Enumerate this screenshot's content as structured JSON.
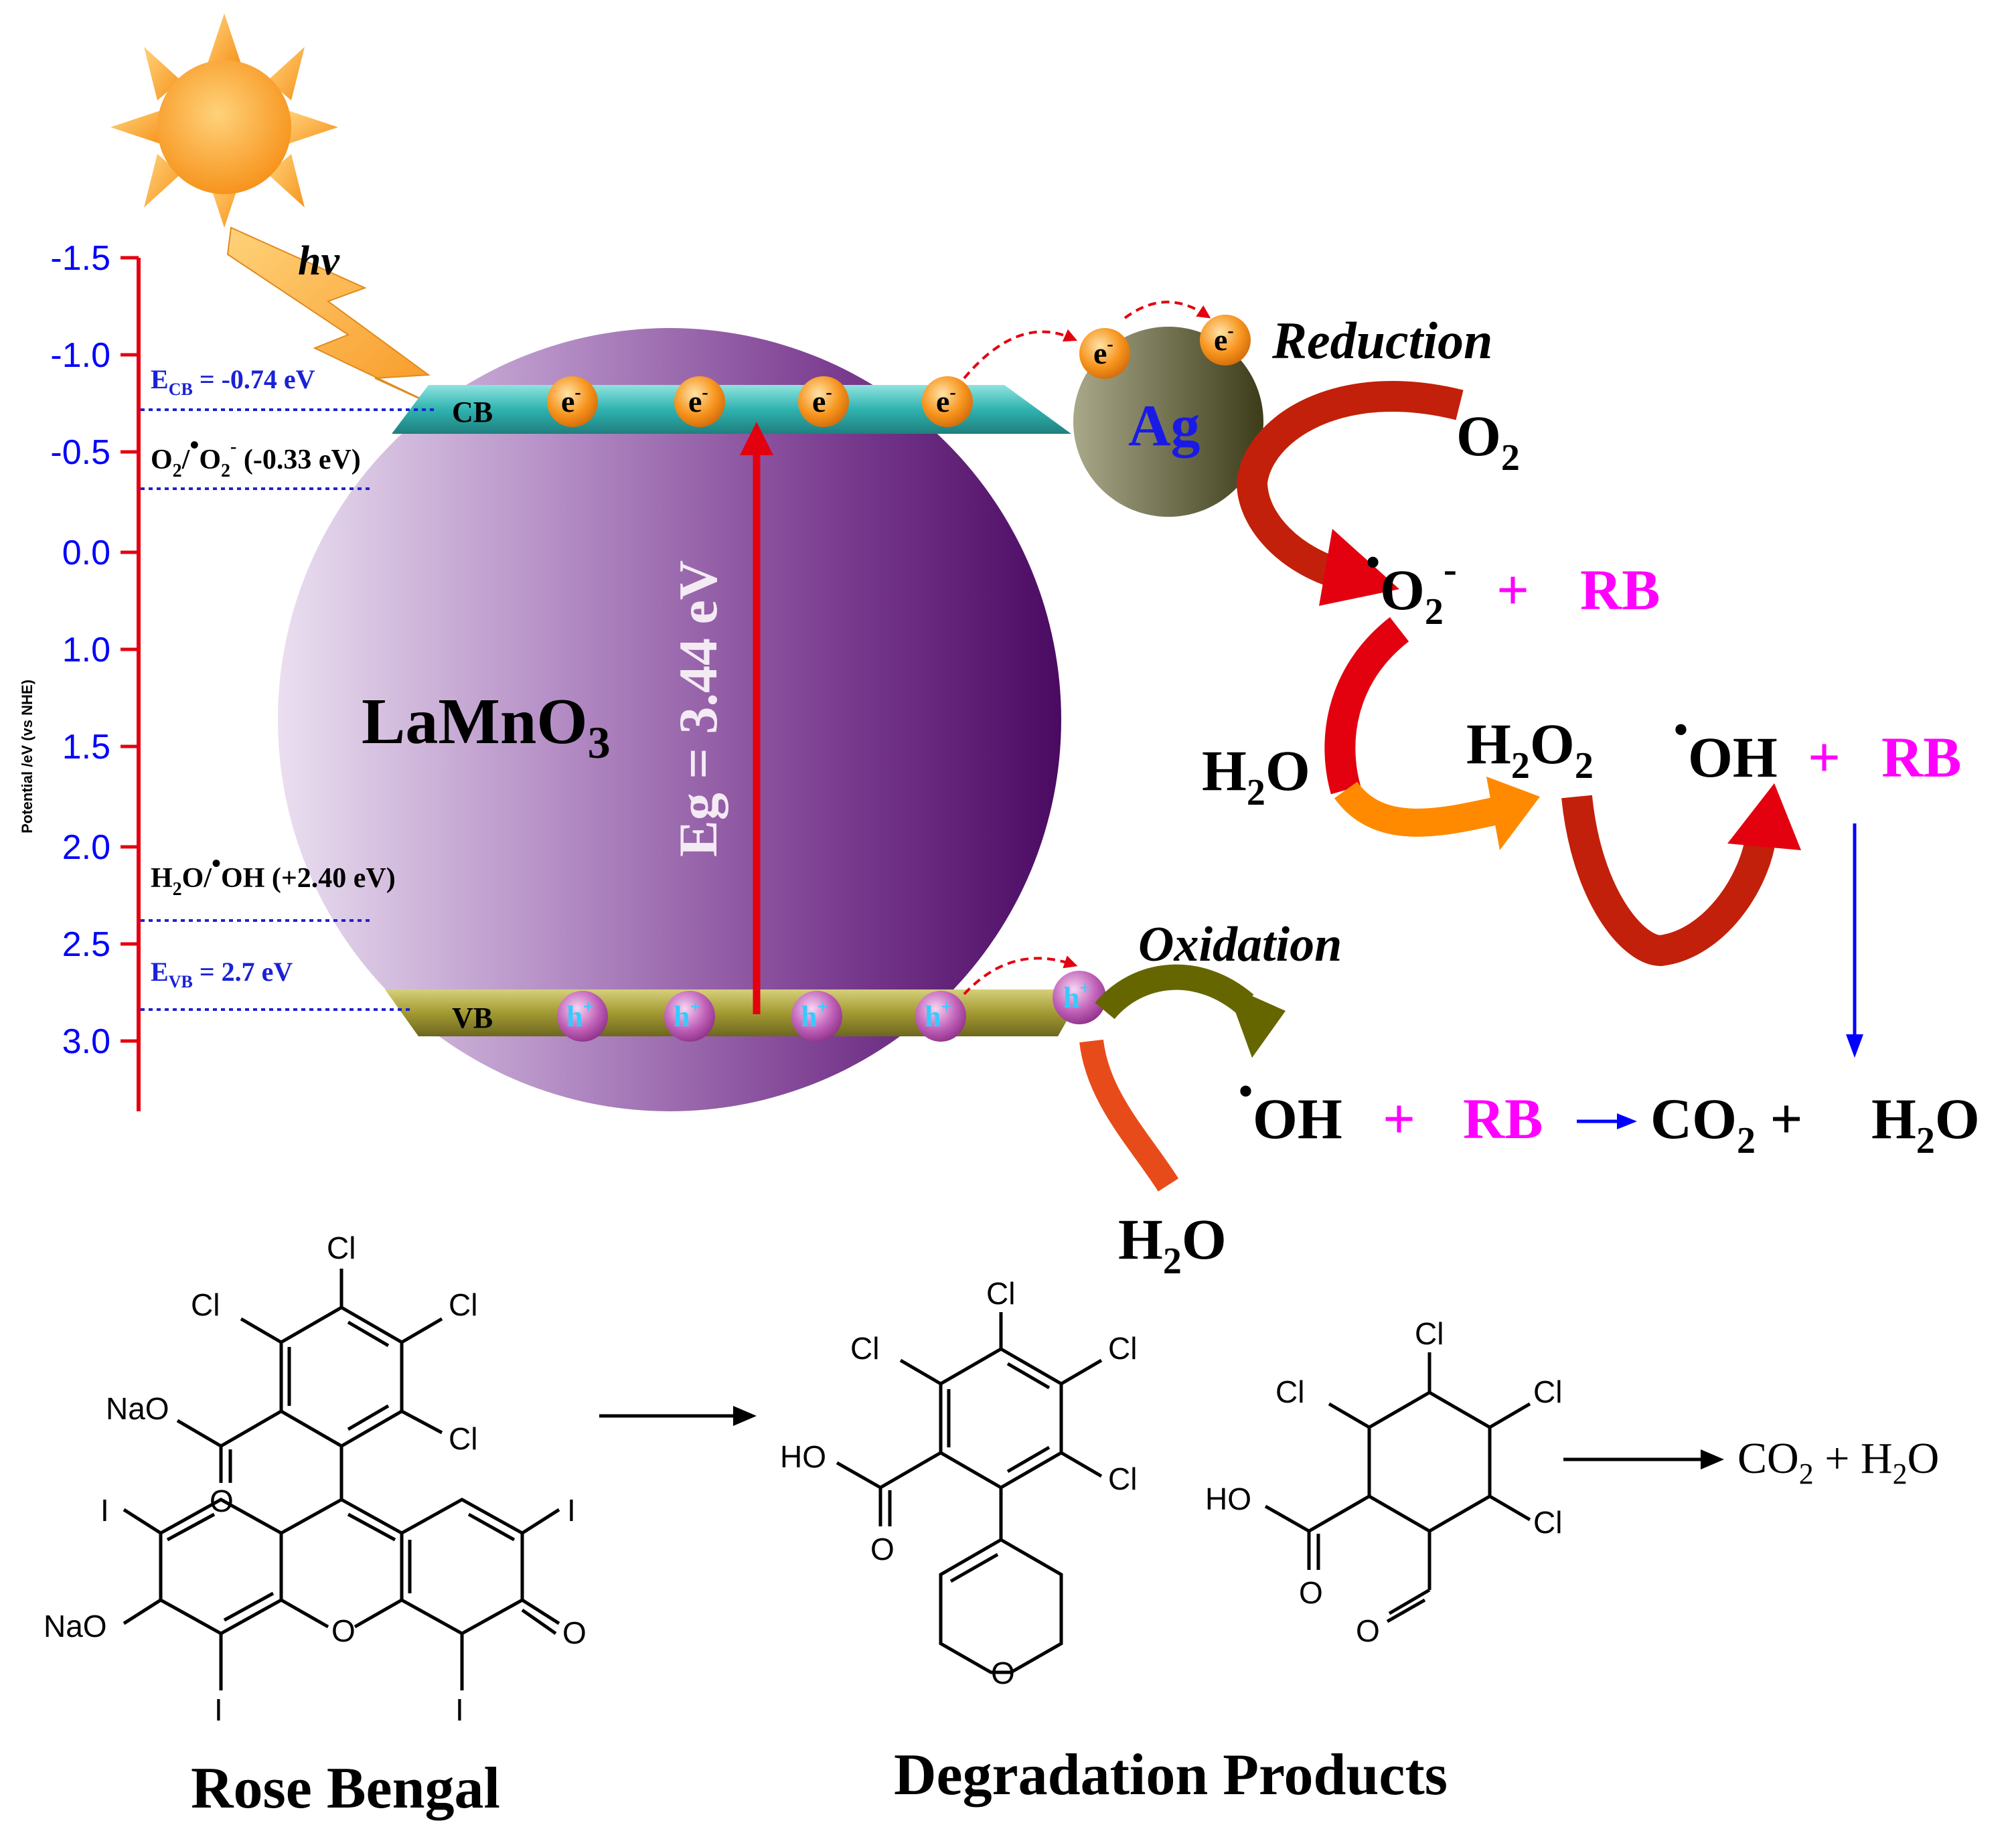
{
  "colors": {
    "axis_red": "#e3000f",
    "axis_blue": "#0000ff",
    "dot_blue": "#1a22d6",
    "magenta": "#ff00ff",
    "cb_band": "#2fb3b0",
    "vb_band": "#a39a32",
    "electron_orange": "#f7941d",
    "hole_pink": "#c060b8",
    "hole_label": "#33ccff",
    "ag_label": "#1a1ae6",
    "arrow_red": "#e3000f",
    "arrow_orange": "#ff8a00",
    "arrow_olive": "#666600"
  },
  "axis": {
    "label": "Potential /eV (vs NHE)",
    "ticks": [
      "-1.5",
      "-1.0",
      "-0.5",
      "0.0",
      "1.0",
      "1.5",
      "2.0",
      "2.5",
      "3.0"
    ]
  },
  "light": {
    "label": "hv",
    "icon": "sun-icon"
  },
  "levels": {
    "ecb": {
      "main": "E",
      "sub": "CB",
      "rest": " = -0.74 eV"
    },
    "o2": {
      "text": "O2/•O2- (-0.33 eV)"
    },
    "h2o": {
      "text": "H2O/•OH (+2.40 eV)"
    },
    "evb": {
      "main": "E",
      "sub": "VB",
      "rest": " = 2.7 eV"
    }
  },
  "particle": {
    "name": "LaMnO3",
    "cb_label": "CB",
    "vb_label": "VB",
    "gap_label": "Eg = 3.44 eV",
    "electron": "e",
    "electron_sup": "-",
    "hole": "h",
    "hole_sup": "+"
  },
  "cocatalyst": {
    "label": "Ag"
  },
  "reactions": {
    "reduction_label": "Reduction",
    "oxidation_label": "Oxidation",
    "o2": "O2",
    "superoxide": "•O2-",
    "plus": "+",
    "rb": "RB",
    "h2o": "H2O",
    "h2o2": "H2O2",
    "oh": "•OH",
    "co2": "CO2",
    "h2o_product": "H2O"
  },
  "structures": {
    "rose_bengal_caption": "Rose Bengal",
    "products_caption": "Degradation Products",
    "atoms": {
      "cl": "Cl",
      "i": "I",
      "o": "O",
      "nao": "NaO",
      "ho": "HO"
    },
    "final": "CO2 + H2O"
  }
}
